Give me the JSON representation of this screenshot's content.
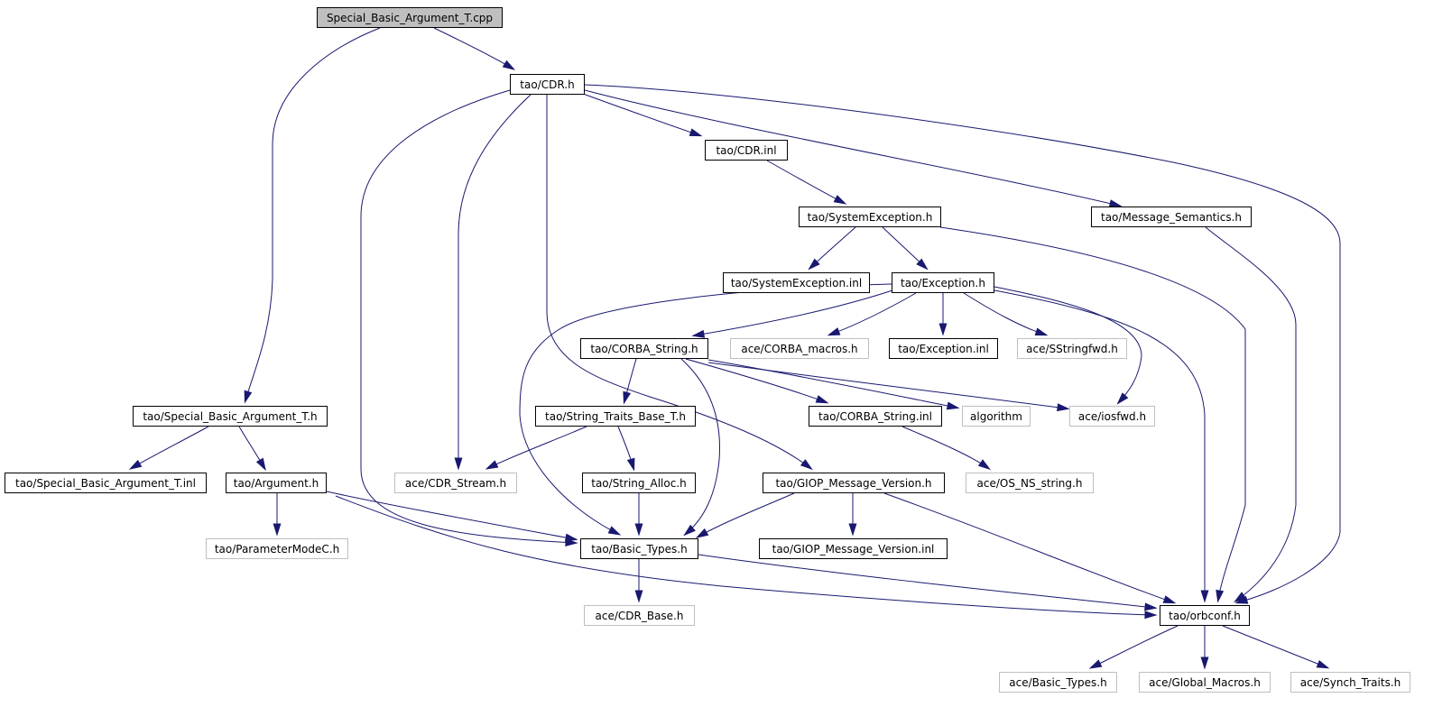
{
  "graph": {
    "nodes": [
      {
        "id": "root",
        "label": "Special_Basic_Argument_T.cpp",
        "style": "root"
      },
      {
        "id": "cdr_h",
        "label": "tao/CDR.h",
        "style": "solid"
      },
      {
        "id": "cdr_inl",
        "label": "tao/CDR.inl",
        "style": "solid"
      },
      {
        "id": "sysexc_h",
        "label": "tao/SystemException.h",
        "style": "solid"
      },
      {
        "id": "msgsem_h",
        "label": "tao/Message_Semantics.h",
        "style": "solid"
      },
      {
        "id": "sysexc_inl",
        "label": "tao/SystemException.inl",
        "style": "solid"
      },
      {
        "id": "exc_h",
        "label": "tao/Exception.h",
        "style": "solid"
      },
      {
        "id": "corbastr_h",
        "label": "tao/CORBA_String.h",
        "style": "solid"
      },
      {
        "id": "corba_macros",
        "label": "ace/CORBA_macros.h",
        "style": "grey"
      },
      {
        "id": "exc_inl",
        "label": "tao/Exception.inl",
        "style": "solid"
      },
      {
        "id": "sstringfwd",
        "label": "ace/SStringfwd.h",
        "style": "grey"
      },
      {
        "id": "sbat_h",
        "label": "tao/Special_Basic_Argument_T.h",
        "style": "solid"
      },
      {
        "id": "strtraits",
        "label": "tao/String_Traits_Base_T.h",
        "style": "solid"
      },
      {
        "id": "corbastr_inl",
        "label": "tao/CORBA_String.inl",
        "style": "solid"
      },
      {
        "id": "algorithm",
        "label": "algorithm",
        "style": "grey"
      },
      {
        "id": "iosfwd",
        "label": "ace/iosfwd.h",
        "style": "grey"
      },
      {
        "id": "sbat_inl",
        "label": "tao/Special_Basic_Argument_T.inl",
        "style": "solid"
      },
      {
        "id": "argument_h",
        "label": "tao/Argument.h",
        "style": "solid"
      },
      {
        "id": "cdr_stream",
        "label": "ace/CDR_Stream.h",
        "style": "grey"
      },
      {
        "id": "stralloc",
        "label": "tao/String_Alloc.h",
        "style": "solid"
      },
      {
        "id": "giop_h",
        "label": "tao/GIOP_Message_Version.h",
        "style": "solid"
      },
      {
        "id": "os_ns_string",
        "label": "ace/OS_NS_string.h",
        "style": "grey"
      },
      {
        "id": "parammode",
        "label": "tao/ParameterModeC.h",
        "style": "grey"
      },
      {
        "id": "basic_types",
        "label": "tao/Basic_Types.h",
        "style": "solid"
      },
      {
        "id": "giop_inl",
        "label": "tao/GIOP_Message_Version.inl",
        "style": "solid"
      },
      {
        "id": "cdr_base",
        "label": "ace/CDR_Base.h",
        "style": "grey"
      },
      {
        "id": "orbconf",
        "label": "tao/orbconf.h",
        "style": "solid"
      },
      {
        "id": "ace_basic_types",
        "label": "ace/Basic_Types.h",
        "style": "grey"
      },
      {
        "id": "global_macros",
        "label": "ace/Global_Macros.h",
        "style": "grey"
      },
      {
        "id": "synch_traits",
        "label": "ace/Synch_Traits.h",
        "style": "grey"
      }
    ],
    "edges": [
      [
        "root",
        "cdr_h"
      ],
      [
        "root",
        "sbat_h"
      ],
      [
        "cdr_h",
        "cdr_inl"
      ],
      [
        "cdr_h",
        "msgsem_h"
      ],
      [
        "cdr_h",
        "orbconf"
      ],
      [
        "cdr_h",
        "cdr_stream"
      ],
      [
        "cdr_h",
        "basic_types"
      ],
      [
        "cdr_h",
        "giop_h"
      ],
      [
        "cdr_inl",
        "sysexc_h"
      ],
      [
        "sysexc_h",
        "sysexc_inl"
      ],
      [
        "sysexc_h",
        "exc_h"
      ],
      [
        "sysexc_h",
        "orbconf"
      ],
      [
        "msgsem_h",
        "orbconf"
      ],
      [
        "exc_h",
        "corbastr_h"
      ],
      [
        "exc_h",
        "corba_macros"
      ],
      [
        "exc_h",
        "exc_inl"
      ],
      [
        "exc_h",
        "sstringfwd"
      ],
      [
        "exc_h",
        "iosfwd"
      ],
      [
        "exc_h",
        "orbconf"
      ],
      [
        "exc_h",
        "basic_types"
      ],
      [
        "corbastr_h",
        "strtraits"
      ],
      [
        "corbastr_h",
        "corbastr_inl"
      ],
      [
        "corbastr_h",
        "algorithm"
      ],
      [
        "corbastr_h",
        "iosfwd"
      ],
      [
        "corbastr_h",
        "basic_types"
      ],
      [
        "corbastr_inl",
        "os_ns_string"
      ],
      [
        "strtraits",
        "cdr_stream"
      ],
      [
        "strtraits",
        "stralloc"
      ],
      [
        "stralloc",
        "basic_types"
      ],
      [
        "sbat_h",
        "sbat_inl"
      ],
      [
        "sbat_h",
        "argument_h"
      ],
      [
        "argument_h",
        "parammode"
      ],
      [
        "argument_h",
        "basic_types"
      ],
      [
        "argument_h",
        "orbconf"
      ],
      [
        "giop_h",
        "giop_inl"
      ],
      [
        "giop_h",
        "basic_types"
      ],
      [
        "giop_h",
        "orbconf"
      ],
      [
        "basic_types",
        "cdr_base"
      ],
      [
        "basic_types",
        "orbconf"
      ],
      [
        "orbconf",
        "ace_basic_types"
      ],
      [
        "orbconf",
        "global_macros"
      ],
      [
        "orbconf",
        "synch_traits"
      ]
    ]
  }
}
